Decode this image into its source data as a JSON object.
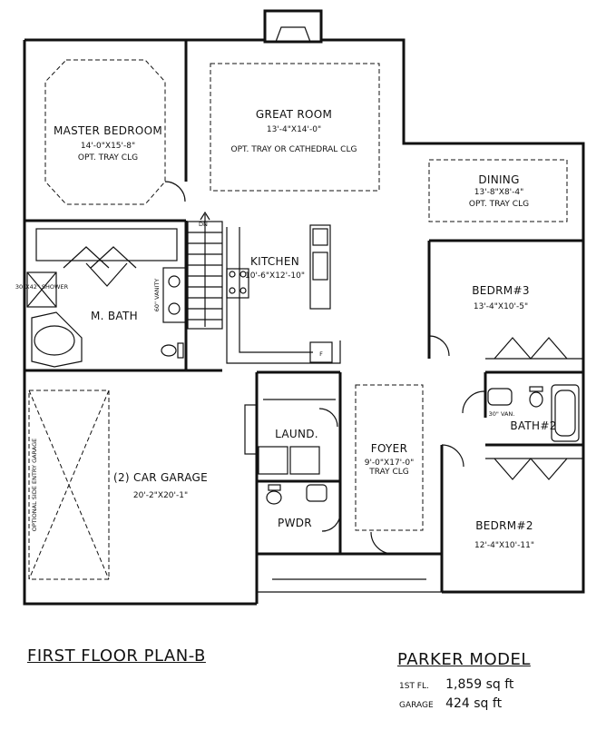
{
  "rooms": {
    "master_bedroom": {
      "name": "MASTER BEDROOM",
      "dims": "14'-0\"X15'-8\"",
      "note": "OPT. TRAY CLG"
    },
    "great_room": {
      "name": "GREAT ROOM",
      "dims": "13'-4\"X14'-0\"",
      "note": "OPT. TRAY OR CATHEDRAL CLG"
    },
    "dining": {
      "name": "DINING",
      "dims": "13'-8\"X8'-4\"",
      "note": "OPT. TRAY CLG"
    },
    "kitchen": {
      "name": "KITCHEN",
      "dims": "10'-6\"X12'-10\""
    },
    "m_bath": {
      "name": "M. BATH"
    },
    "bedrm3": {
      "name": "BEDRM#3",
      "dims": "13'-4\"X10'-5\""
    },
    "bath2": {
      "name": "BATH#2"
    },
    "laund": {
      "name": "LAUND."
    },
    "foyer": {
      "name": "FOYER",
      "dims": "9'-0\"X17'-0\"",
      "note": "TRAY CLG"
    },
    "garage": {
      "name": "(2) CAR GARAGE",
      "dims": "20'-2\"X20'-1\"",
      "side_note": "OPTIONAL SIDE ENTRY GARAGE"
    },
    "pwdr": {
      "name": "PWDR"
    },
    "bedrm2": {
      "name": "BEDRM#2",
      "dims": "12'-4\"X10'-11\""
    }
  },
  "fixtures": {
    "stair_dn": "DN",
    "shower": "30\"X42\" SHOWER",
    "vanity": "60\" VANITY",
    "vanity2": "30\" VAN.",
    "fridge": "F"
  },
  "footer": {
    "plan_title": "FIRST FLOOR PLAN-B",
    "model_name": "PARKER MODEL",
    "stats": [
      {
        "label": "1ST FL.",
        "value": "1,859 sq ft"
      },
      {
        "label": "GARAGE",
        "value": "424 sq ft"
      }
    ]
  }
}
